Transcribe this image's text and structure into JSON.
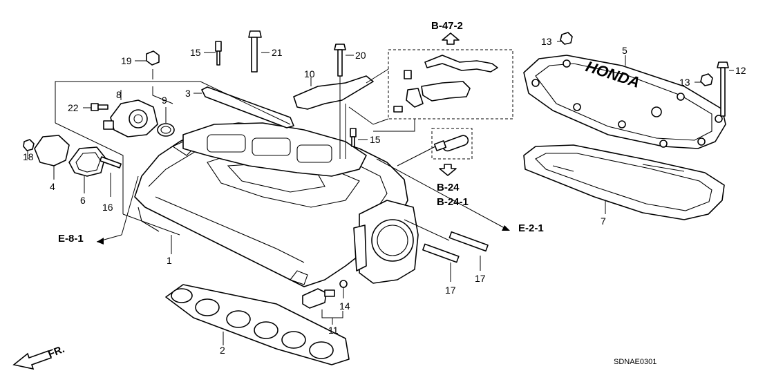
{
  "diagram": {
    "code": "SDNAE0301",
    "front_label": "FR.",
    "part_numbers": {
      "p1": "1",
      "p2": "2",
      "p3": "3",
      "p4": "4",
      "p5": "5",
      "p6": "6",
      "p7": "7",
      "p8": "8",
      "p9": "9",
      "p10": "10",
      "p11": "11",
      "p12": "12",
      "p13a": "13",
      "p13b": "13",
      "p14": "14",
      "p15a": "15",
      "p15b": "15",
      "p16": "16",
      "p17a": "17",
      "p17b": "17",
      "p18": "18",
      "p19": "19",
      "p20": "20",
      "p21": "21",
      "p22": "22"
    },
    "references": {
      "b47_2": "B-47-2",
      "b24": "B-24",
      "b24_1": "B-24-1",
      "e8_1": "E-8-1",
      "e2_1": "E-2-1"
    },
    "logo_text": "HONDA"
  }
}
